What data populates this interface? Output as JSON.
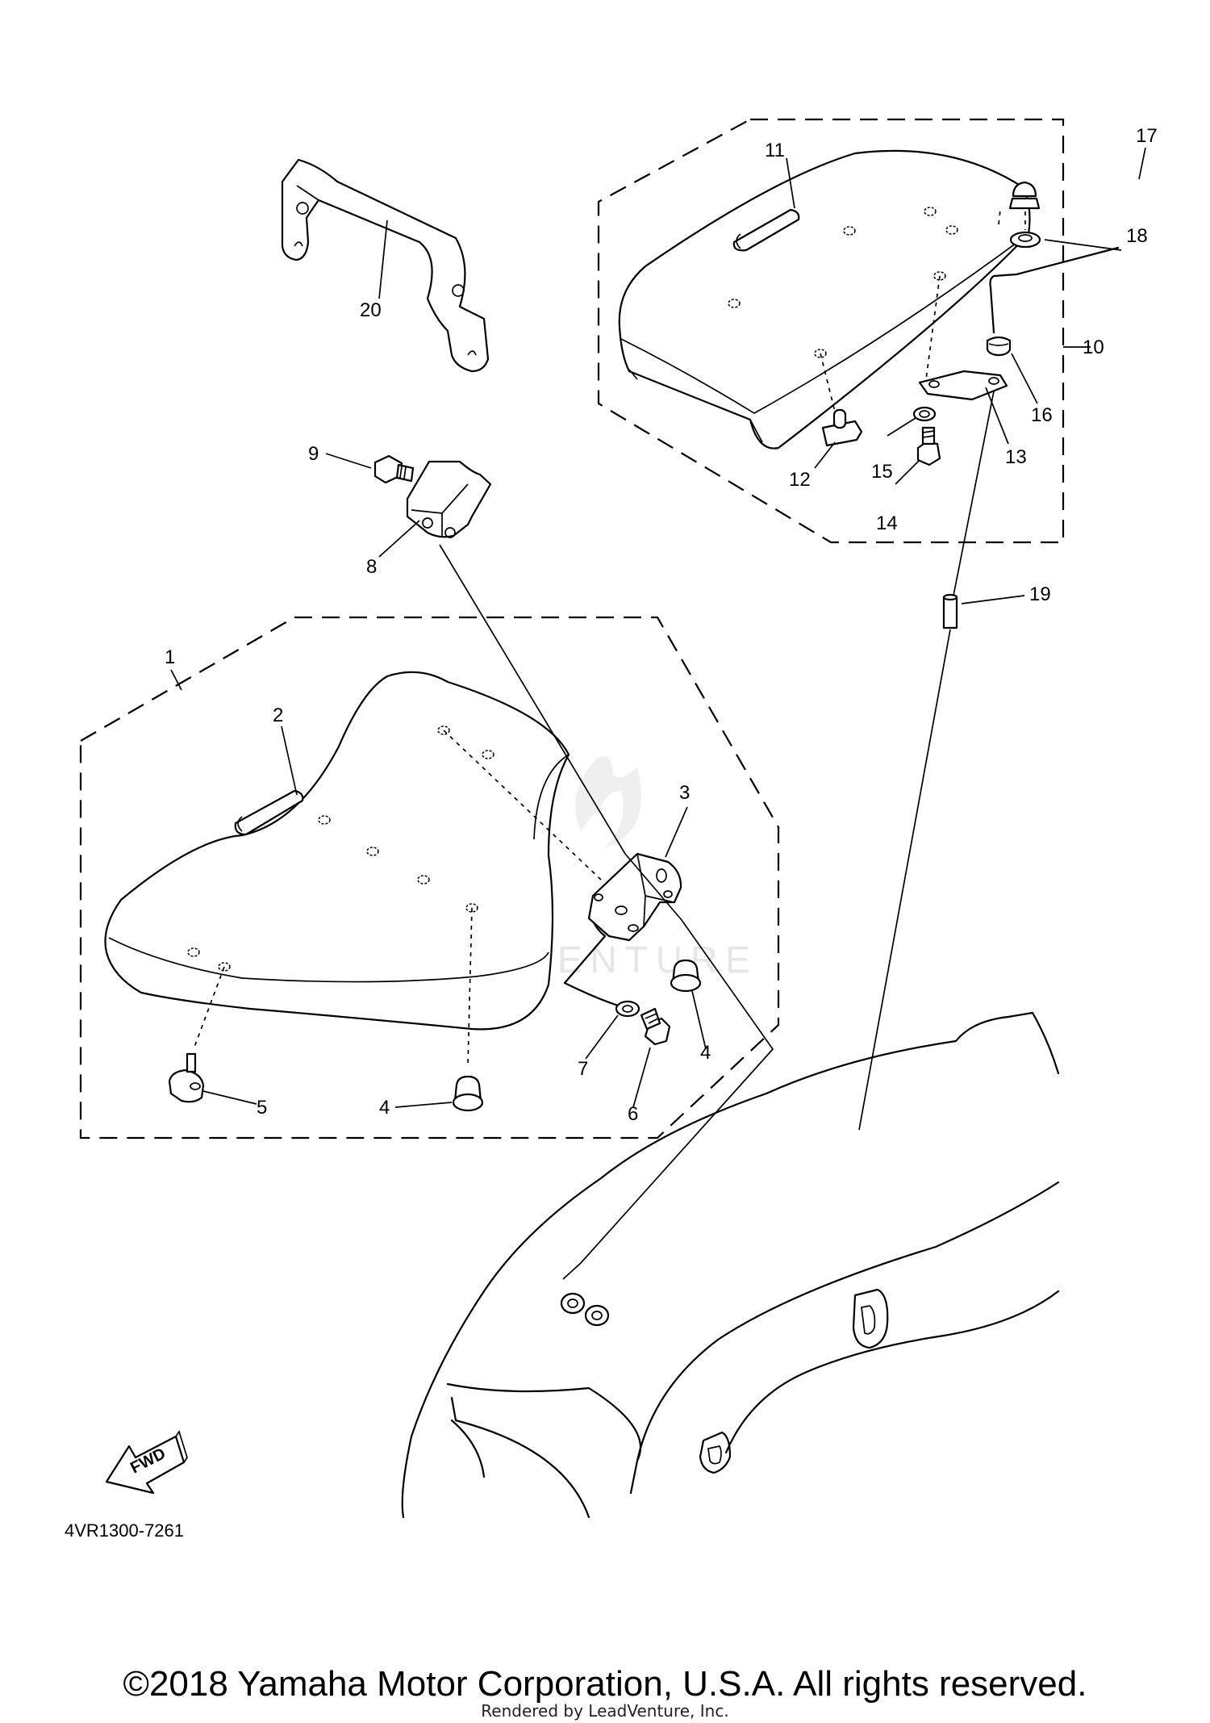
{
  "diagram_code": "4VR1300-7261",
  "watermark": "LEADVENTURE",
  "fwd_label": "FWD",
  "copyright": "©2018 Yamaha Motor Corporation, U.S.A. All rights reserved.",
  "rendered_by": "Rendered by LeadVenture, Inc.",
  "callouts": [
    "1",
    "2",
    "3",
    "4",
    "4",
    "5",
    "6",
    "7",
    "8",
    "9",
    "10",
    "11",
    "12",
    "13",
    "14",
    "15",
    "16",
    "17",
    "18",
    "19",
    "20"
  ]
}
